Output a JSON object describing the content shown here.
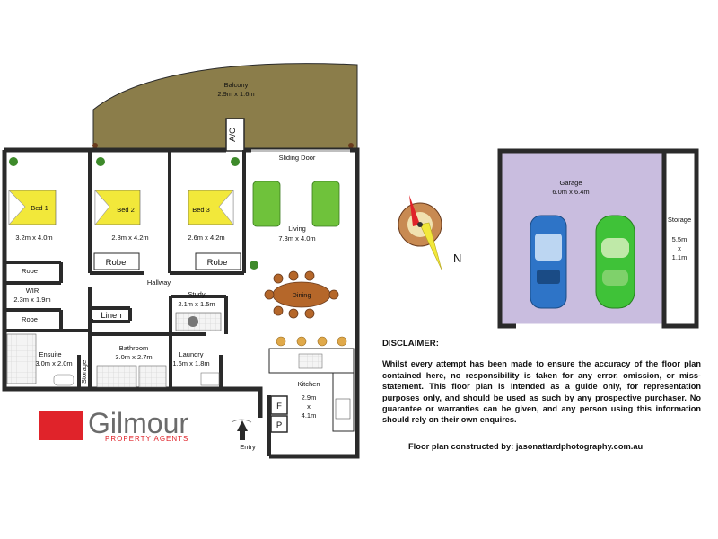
{
  "rooms": {
    "balcony": {
      "name": "Balcony",
      "size": "2.9m x 1.6m"
    },
    "ac": "A/C",
    "sliding_door": "Sliding Door",
    "bed1": {
      "name": "Bed 1",
      "size": "3.2m x 4.0m"
    },
    "bed2": {
      "name": "Bed 2",
      "size": "2.8m x 4.2m"
    },
    "bed3": {
      "name": "Bed 3",
      "size": "2.6m x 4.2m"
    },
    "living": {
      "name": "Living",
      "size": "7.3m x 4.0m"
    },
    "dining": "Dining",
    "robe": "Robe",
    "wir": {
      "name": "WIR",
      "size": "2.3m x 1.9m"
    },
    "hallway": "Hallway",
    "study": {
      "name": "Study",
      "size": "2.1m x 1.5m"
    },
    "linen": "Linen",
    "ensuite": {
      "name": "Ensuite",
      "size": "3.0m x  2.0m"
    },
    "storage_small": "Storage",
    "bathroom": {
      "name": "Bathroom",
      "size": "3.0m x 2.7m"
    },
    "laundry": {
      "name": "Laundry",
      "size": "1.6m x 1.8m"
    },
    "kitchen": {
      "name": "Kitchen",
      "size_l1": "2.9m",
      "size_l2": "x",
      "size_l3": "4.1m"
    },
    "fridge": "F",
    "pantry": "P",
    "entry": "Entry",
    "garage": {
      "name": "Garage",
      "size": "6.0m x 6.4m"
    },
    "storage": {
      "name": "Storage",
      "size_l1": "5.5m",
      "size_l2": "x",
      "size_l3": "1.1m"
    }
  },
  "compass": {
    "north_label": "N"
  },
  "logo": {
    "name": "Gilmour",
    "sub": "PROPERTY AGENTS"
  },
  "disclaimer": {
    "heading": "DISCLAIMER:",
    "body": "Whilst every attempt has been made to ensure the accuracy of the floor plan contained here, no responsibility is taken for any error, omission, or miss-statement. This floor plan is intended as a guide only, for representation purposes only, and should be used as such by any prospective purchaser. No guarantee or warranties can be given, and any person using this information should rely on their own enquires."
  },
  "credit": "Floor plan constructed by:  jasonattardphotography.com.au",
  "colors": {
    "balcony_fill": "#8b7d4a",
    "bed_fill": "#f2e83a",
    "sofa_fill": "#6fc23b",
    "dining_fill": "#b5672a",
    "garage_fill": "#c9bddf",
    "wall": "#2a2a2a",
    "logo_red": "#e0232a",
    "car_blue": "#2e74c7",
    "car_green": "#3fc238"
  }
}
